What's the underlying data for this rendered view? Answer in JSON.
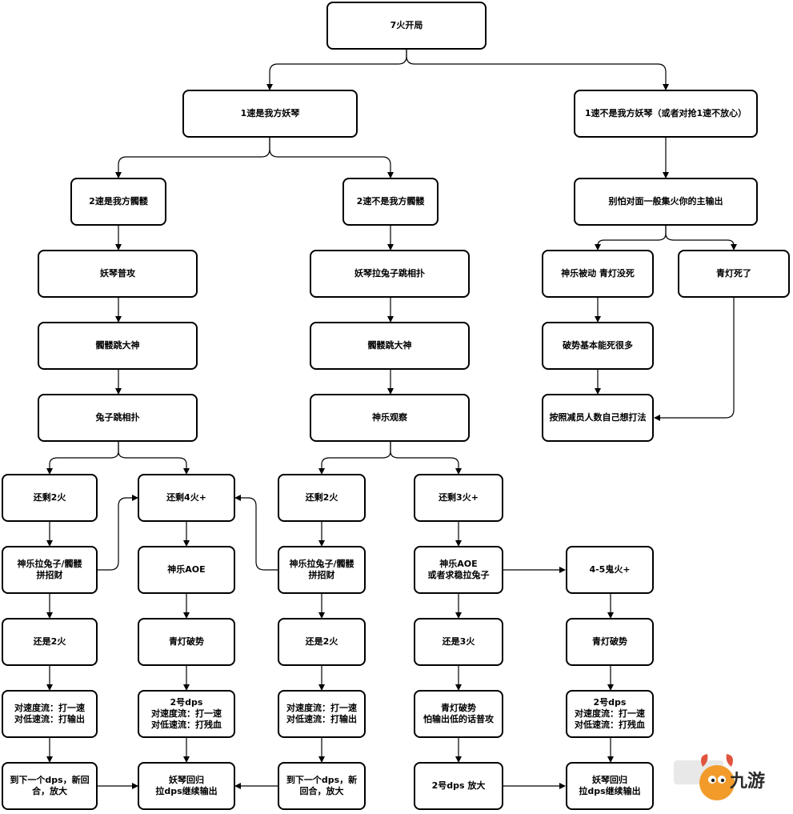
{
  "nodes": {
    "root": "7火开局",
    "s1_ours": "1速是我方妖琴",
    "s1_not_ours": "1速不是我方妖琴（或者对抢1速不放心）",
    "s2_ours": "2速是我方髑髅",
    "s2_not_ours": "2速不是我方髑髅",
    "enemy_focus": "别怕对面一般集火你的主输出",
    "yq_attack": "妖琴普攻",
    "yq_pull": "妖琴拉兔子跳相扑",
    "ss_dance_a": "髑髅跳大神",
    "ss_dance_b": "髑髅跳大神",
    "rabbit_sumo": "兔子跳相扑",
    "kagura_observe": "神乐观察",
    "sl_passive": "神乐被动 青灯没死",
    "qd_dead": "青灯死了",
    "pojs_kill": "破势基本能死很多",
    "by_count": "按照减员人数自己想打法",
    "a_left2": "还剩2火",
    "a_left4": "还剩4火+",
    "b_left2": "还剩2火",
    "b_left3": "还剩3火+",
    "a_pull": "神乐拉兔子/髑髅\n拼招财",
    "a_aoe": "神乐AOE",
    "b_pull": "神乐拉兔子/髑髅\n拼招财",
    "b_aoe": "神乐AOE\n或者求稳拉兔子",
    "ghost45": "4-5鬼火+",
    "a_still2": "还是2火",
    "a_qd": "青灯破势",
    "b_still2": "还是2火",
    "b_still3": "还是3火",
    "b_qd": "青灯破势",
    "a_speed": "对速度流：打一速\n对低速流：打输出",
    "a_dps2": "2号dps\n对速度流：打一速\n对低速流：打残血",
    "b_speed": "对速度流：打一速\n对低速流：打输出",
    "b_qdpo": "青灯破势\n怕输出低的话普攻",
    "c_dps2": "2号dps\n对速度流：打一速\n对低速流：打残血",
    "a_next": "到下一个dps，新回合，放大",
    "a_return": "妖琴回归\n拉dps继续输出",
    "b_next": "到下一个dps，新\n回合，放大",
    "b_dps_up": "2号dps 放大",
    "c_return": "妖琴回归\n拉dps继续输出"
  },
  "watermark": {
    "text": "九游"
  }
}
